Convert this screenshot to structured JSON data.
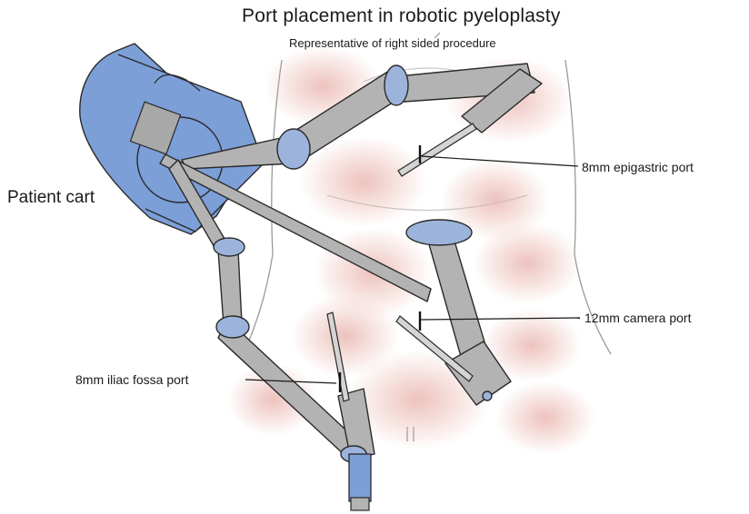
{
  "title": "Port placement in robotic pyeloplasty",
  "subtitle": "Representative of right sided procedure",
  "labels": {
    "patient_cart": "Patient cart",
    "epigastric_port": "8mm epigastric port",
    "camera_port": "12mm camera port",
    "iliac_fossa_port": "8mm iliac fossa port"
  },
  "colors": {
    "cart_blue": "#7c9fd8",
    "arm_gray": "#b3b3b3",
    "ring_blue": "#9cb4dc",
    "skin_shading": "#e8b5ad",
    "outline": "#2a2a2a"
  }
}
